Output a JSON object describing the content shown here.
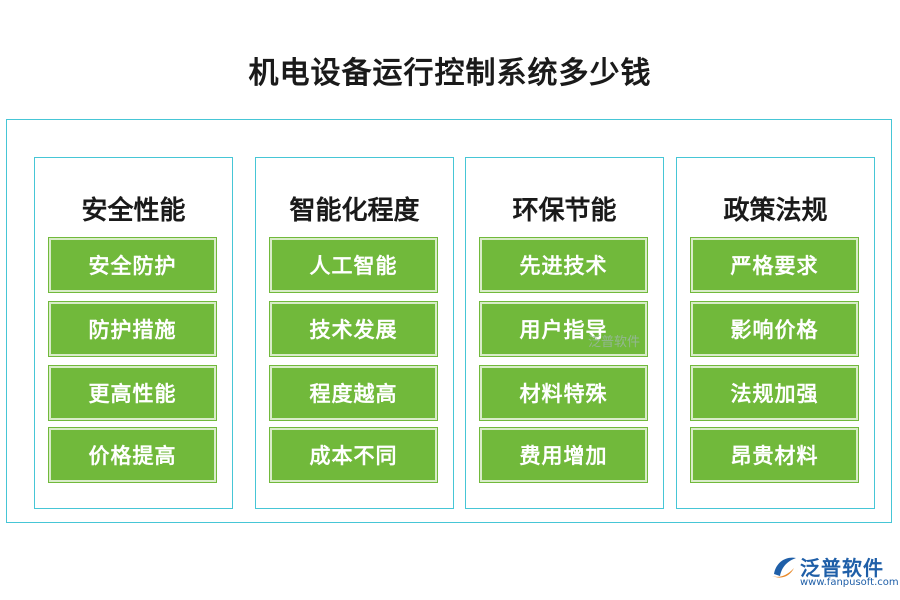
{
  "title": "机电设备运行控制系统多少钱",
  "columns": [
    {
      "heading": "安全性能",
      "items": [
        "安全防护",
        "防护措施",
        "更高性能",
        "价格提高"
      ]
    },
    {
      "heading": "智能化程度",
      "items": [
        "人工智能",
        "技术发展",
        "程度越高",
        "成本不同"
      ]
    },
    {
      "heading": "环保节能",
      "items": [
        "先进技术",
        "用户指导",
        "材料特殊",
        "费用增加"
      ]
    },
    {
      "heading": "政策法规",
      "items": [
        "严格要求",
        "影响价格",
        "法规加强",
        "昂贵材料"
      ]
    }
  ],
  "watermark": "泛普软件",
  "logo": {
    "name": "泛普软件",
    "url": "www.fanpusoft.com"
  },
  "colors": {
    "accent": "#71b93b",
    "border": "#46c6d6",
    "logo": "#1f5fa8"
  }
}
